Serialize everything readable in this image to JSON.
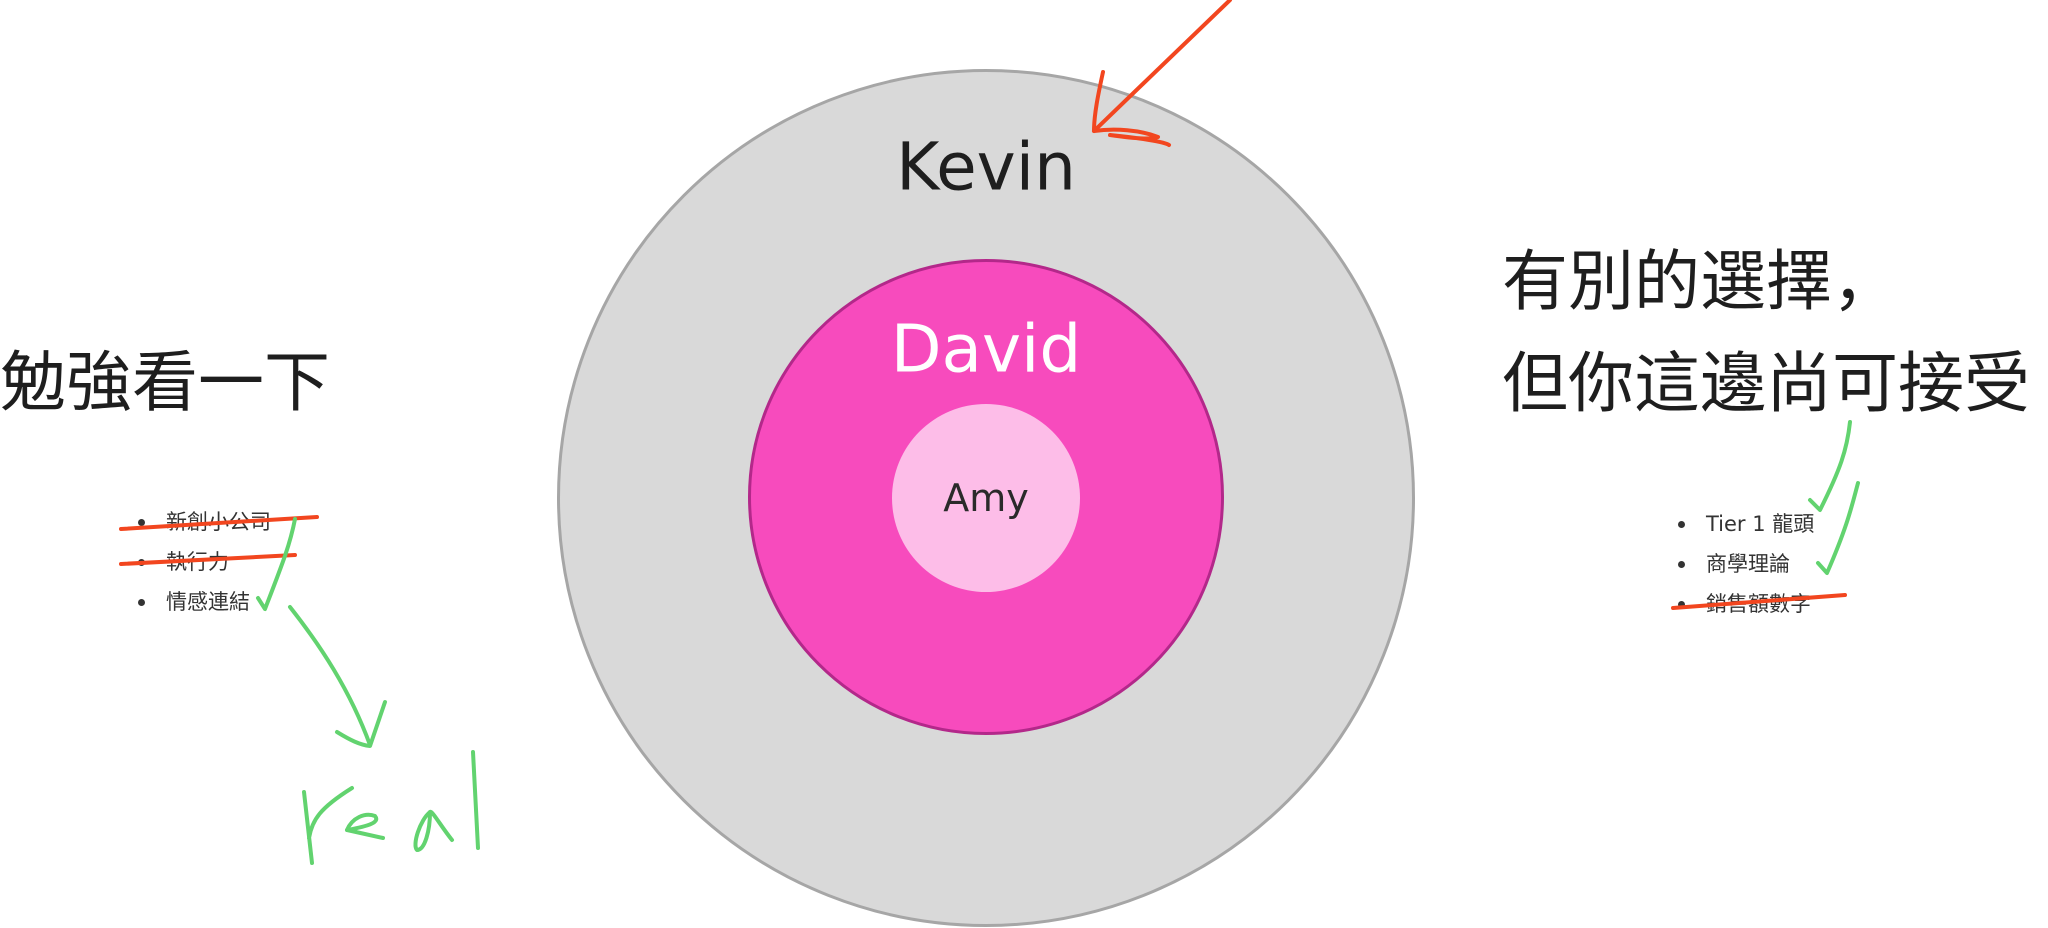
{
  "circles": {
    "outer": {
      "label": "Kevin",
      "fill": "#d9d9d9",
      "stroke": "#a6a6a6"
    },
    "middle": {
      "label": "David",
      "fill": "#f74bbd",
      "stroke": "#b3288a"
    },
    "inner": {
      "label": "Amy",
      "fill": "#fdbde8"
    }
  },
  "left": {
    "title": "勉強看一下",
    "items": [
      {
        "text": "新創小公司",
        "struck": true
      },
      {
        "text": "執行力",
        "struck": true
      },
      {
        "text": "情感連結",
        "struck": false
      }
    ],
    "handwriting": "real"
  },
  "right": {
    "title_line1": "有別的選擇，",
    "title_line2": "但你這邊尚可接受",
    "items": [
      {
        "text": "Tier 1 龍頭",
        "checked": true
      },
      {
        "text": "商學理論",
        "checked": true
      },
      {
        "text": "銷售額數字",
        "struck": true
      }
    ]
  },
  "colors": {
    "strike": "#f2461f",
    "check": "#62d36f"
  }
}
